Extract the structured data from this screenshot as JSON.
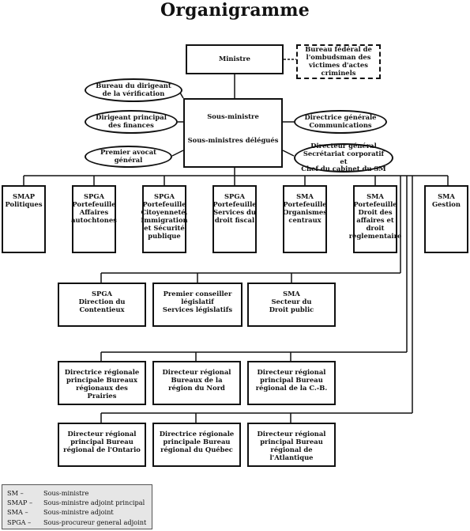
{
  "title": "Organigramme",
  "top": {
    "minister": "Ministre",
    "ombudsman": "Bureau fédéral de\nl'ombudsman des\nvictimes d'actes criminels"
  },
  "center": {
    "deputy_minister": "Sous-ministre",
    "associate_deputies": "Sous-ministres délégués"
  },
  "left_ovals": [
    "Bureau du dirigeant\nde la vérification",
    "Dirigeant principal\ndes finances",
    "Premier avocat général"
  ],
  "right_ovals": [
    "Directrice générale\nCommunications",
    "Directeur général\nSecrétariat corporatif et\nChef du cabinet du SM"
  ],
  "row1": [
    "SMAP\nPolitiques",
    "SPGA\nPortefeuille\nAffaires\nautochtones",
    "SPGA\nPortefeuille\nCitoyenneté,\nImmigration\net Sécurité\npublique",
    "SPGA\nPortefeuille\nServices du\ndroit fiscal",
    "SMA\nPortefeuille\nOrganismes\ncentraux",
    "SMA\nPortefeuille\nDroit des\naffaires et\ndroit\nrèglementaire",
    "SMA\nGestion"
  ],
  "row2": [
    "SPGA\nDirection du\nContentieux",
    "Premier conseiller législatif\nServices législatifs",
    "SMA\nSecteur du\nDroit public"
  ],
  "row3": [
    "Directrice régionale\nprincipale Bureaux\nrégionaux des Prairies",
    "Directeur régional\nBureaux de la\nrégion du Nord",
    "Directeur régional\nprincipal Bureau\nrégional de la C.-B."
  ],
  "row4": [
    "Directeur régional\nprincipal Bureau\nrégional de l'Ontario",
    "Directrice régionale\nprincipale Bureau\nrégional du Québec",
    "Directeur régional\nprincipal Bureau\nrégional de l'Atlantique"
  ],
  "legend": [
    {
      "abbr": "SM –",
      "def": "Sous-ministre"
    },
    {
      "abbr": "SMAP –",
      "def": "Sous-ministre adjoint principal"
    },
    {
      "abbr": "SMA –",
      "def": "Sous-ministre adjoint"
    },
    {
      "abbr": "SPGA –",
      "def": "Sous-procureur general adjoint"
    }
  ]
}
